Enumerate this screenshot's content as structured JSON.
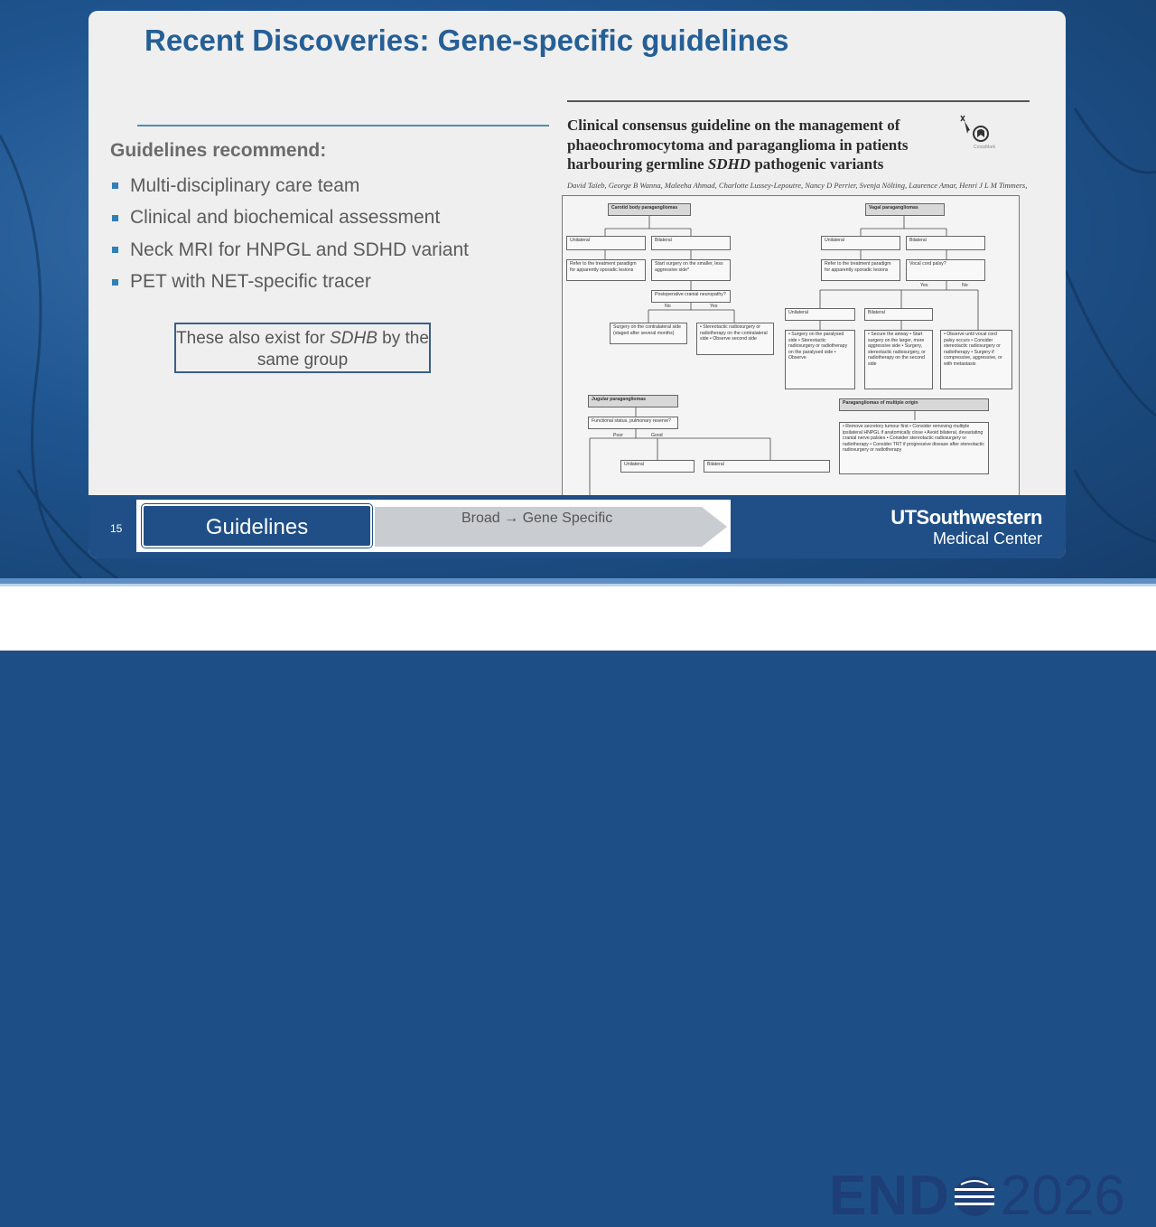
{
  "slide": {
    "title": "Recent Discoveries: Gene-specific guidelines",
    "heading": "Guidelines recommend:",
    "bullets": [
      "Multi-disciplinary care team",
      "Clinical and biochemical assessment",
      "Neck MRI for HNPGL and SDHD variant",
      "PET with NET-specific tracer"
    ],
    "callout": {
      "pre": "These also exist for ",
      "em": "SDHB",
      "post": " by the same group"
    },
    "page_number": "15"
  },
  "paper": {
    "title_line1": "Clinical consensus guideline on the management of",
    "title_line2": "phaeochromocytoma and paraganglioma in patients",
    "title_line3_pre": "harbouring germline ",
    "title_line3_em": "SDHD",
    "title_line3_post": " pathogenic variants",
    "crossmark_label": "CrossMark",
    "authors": "David Taïeb, George B Wanna, Maleeha Ahmad, Charlotte Lussey-Lepoutre, Nancy D Perrier, Svenja Nölting, Laurence Amar, Henri J L M Timmers,"
  },
  "flowchart": {
    "carotid": "Carotid body paragangliomas",
    "vagal": "Vagal paragangliomas",
    "unilateral": "Unilateral",
    "bilateral": "Bilateral",
    "refer": "Refer to the treatment paradigm for apparently sporadic lesions",
    "start_smaller": "Start surgery on the smaller, less aggressive side*",
    "vocal": "Vocal cord palsy?",
    "postop": "Postoperative cranial neuropathy?",
    "no": "No",
    "yes": "Yes",
    "surgery_contra": "Surgery on the contralateral side (staged after several months)",
    "stereo_contra": "• Stereotactic radiosurgery or radiotherapy on the contralateral side • Observe second side",
    "v_uni_list": "• Surgery on the paralysed side • Stereotactic radiosurgery or radiotherapy on the paralysed side • Observe",
    "v_bi_list": "• Secure the airway • Start surgery on the larger, more aggressive side • Surgery, stereotactic radiosurgery, or radiotherapy on the second side",
    "v_no_list": "• Observe until vocal cord palsy occurs • Consider stereotactic radiosurgery or radiotherapy • Surgery if compressive, aggressive, or with metastasis",
    "jugular": "Jugular paragangliomas",
    "functional": "Functional status, pulmonary reserve?",
    "poor": "Poor",
    "good": "Good",
    "multiple": "Paragangliomas of multiple origin",
    "multiple_list": "• Remove secretory tumour first • Consider removing multiple ipsilateral HNPGL if anatomically close • Avoid bilateral, devastating cranial nerve palsies • Consider stereotactic radiosurgery or radiotherapy • Consider TRT if progressive disease after stereotactic radiosurgery or radiotherapy"
  },
  "progress": {
    "button_label": "Guidelines",
    "range_label": "Broad → Gene Specific"
  },
  "branding": {
    "org_line1": "UTSouthwestern",
    "org_line2": "Medical Center",
    "conf_bold": "END",
    "conf_year": "2026"
  },
  "colors": {
    "title_blue": "#255f95",
    "footer_navy": "#1f4f86",
    "bullet_square": "#2f7fb8"
  }
}
